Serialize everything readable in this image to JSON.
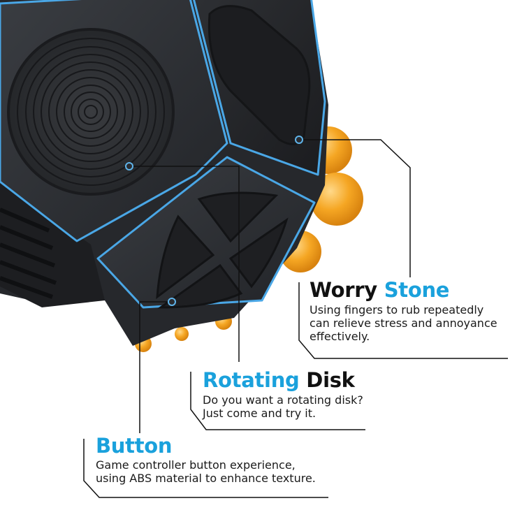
{
  "colors": {
    "accent": "#1aa1dc",
    "heading_dark": "#111111",
    "toy_body": "#2b2d31",
    "toy_edge_highlight": "#4aa7e6",
    "ball": "#f4a320"
  },
  "callouts": {
    "worry_stone": {
      "title_dark": "Worry",
      "title_accent": "Stone",
      "lines": [
        "Using fingers to rub repeatedly",
        "can relieve stress and annoyance",
        "effectively."
      ]
    },
    "rotating_disk": {
      "title_accent": "Rotating",
      "title_dark": "Disk",
      "lines": [
        "Do you want a rotating disk?",
        "Just come and try it."
      ]
    },
    "button": {
      "title_accent": "Button",
      "lines": [
        "Game controller button experience,",
        "using ABS material to enhance texture."
      ]
    }
  },
  "icons": {
    "product": "dodecahedron-fidget-toy",
    "marker": "callout-dot-icon"
  }
}
